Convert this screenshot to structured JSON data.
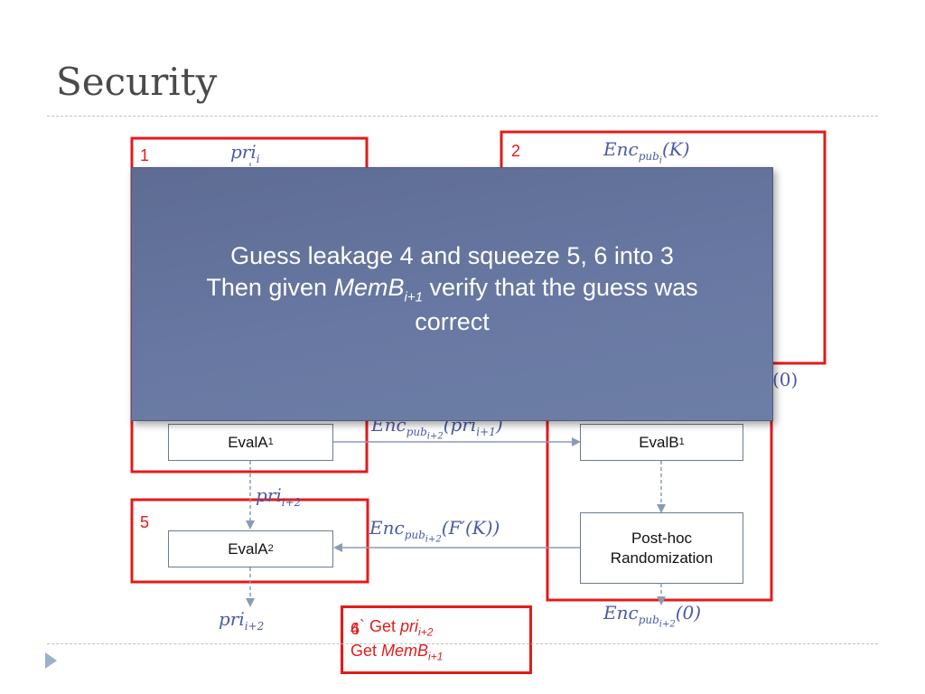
{
  "slide": {
    "title": "Security"
  },
  "boxes": {
    "box1_label": "1",
    "box2_label": "2",
    "box5_label": "5"
  },
  "math": {
    "pri_i_base": "pri",
    "pri_i_sub": "i",
    "enc_pubi_K_base": "Enc",
    "enc_pubi_K_sub": "pub",
    "enc_pubi_K_subsub": "i",
    "enc_pubi_K_arg": "(K)",
    "zero_right": "(0)",
    "enc_pri_base": "Enc",
    "enc_pri_sub": "pub",
    "enc_pri_subsub": "i+2",
    "enc_pri_arg": "(pri",
    "enc_pri_arg_sub": "i+1",
    "enc_pri_arg_close": ")",
    "pri_i2_mid_base": "pri",
    "pri_i2_mid_sub": "i+2",
    "enc_F_base": "Enc",
    "enc_F_sub": "pub",
    "enc_F_subsub": "i+2",
    "enc_F_arg": "(F′(K))",
    "pri_i2_bottom_base": "pri",
    "pri_i2_bottom_sub": "i+2",
    "enc_zero_base": "Enc",
    "enc_zero_sub": "pub",
    "enc_zero_subsub": "i+2",
    "enc_zero_arg": "(0)"
  },
  "nodes": {
    "evalA1_base": "EvalA",
    "evalA1_sub": "1",
    "evalB1_base": "EvalB",
    "evalB1_sub": "1",
    "evalA2_base": "EvalA",
    "evalA2_sub": "2",
    "posthoc_line1": "Post-hoc",
    "posthoc_line2": "Randomization"
  },
  "overlay": {
    "line1": "Guess leakage 4 and squeeze 5, 6 into 3",
    "line2_prefix": "Then given ",
    "line2_mem": "MemB",
    "line2_sub": "i+1",
    "line2_suffix": " verify that the guess was",
    "line3": "correct"
  },
  "callout": {
    "num_a": "4",
    "num_b": "6",
    "row1_prefix": "` Get ",
    "row1_pri": "pri",
    "row1_sub": "i+2",
    "row2_prefix": "Get ",
    "row2_mem": "MemB",
    "row2_sub": "i+1"
  },
  "colors": {
    "red": "#e31b1b",
    "math_blue": "#4b5aa6",
    "overlay_blue": "#65759f",
    "arrow_gray": "#8a9bb5"
  }
}
